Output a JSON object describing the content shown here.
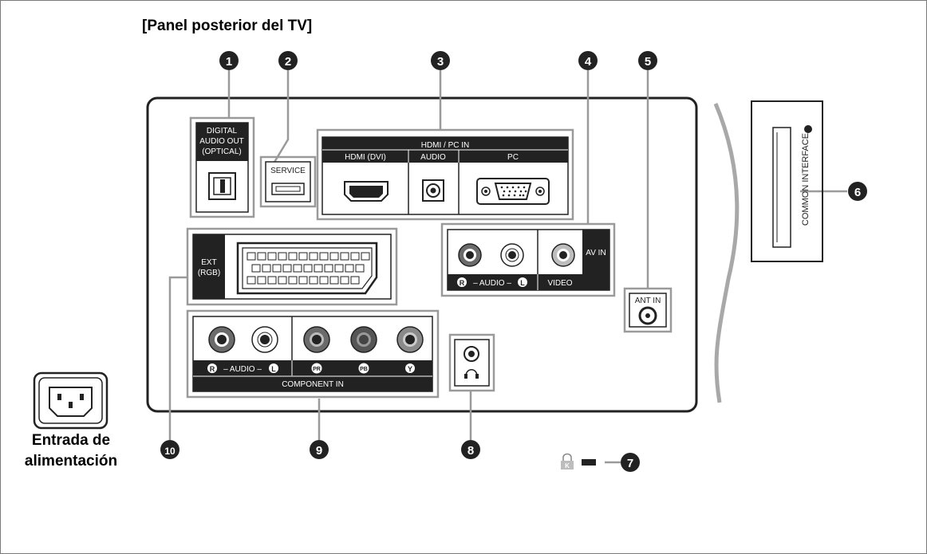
{
  "title": "[Panel posterior del TV]",
  "power_caption": {
    "line1": "Entrada de",
    "line2": "alimentación"
  },
  "callouts": [
    "1",
    "2",
    "3",
    "4",
    "5",
    "6",
    "7",
    "8",
    "9",
    "10"
  ],
  "ports": {
    "digital_audio_out": [
      "DIGITAL",
      "AUDIO OUT",
      "(OPTICAL)"
    ],
    "service": "SERVICE",
    "hdmi_group": "HDMI / PC IN",
    "hdmi_dvi": "HDMI (DVI)",
    "hdmi_audio": "AUDIO",
    "pc": "PC",
    "av_in": "AV IN",
    "av_audio": "– AUDIO –",
    "av_video": "VIDEO",
    "ant_in": "ANT IN",
    "common_interface": "COMMON INTERFACE",
    "ext_rgb": [
      "EXT",
      "(RGB)"
    ],
    "component_audio": "– AUDIO –",
    "component_in": "COMPONENT IN",
    "letter_r": "R",
    "letter_l": "L",
    "letter_pr": "PR",
    "letter_pb": "PB",
    "letter_y": "Y",
    "kensington_k": "K"
  },
  "colors": {
    "dark": "#222222",
    "line": "#9a9a9a",
    "connector_grey": "#6b6b6b"
  }
}
